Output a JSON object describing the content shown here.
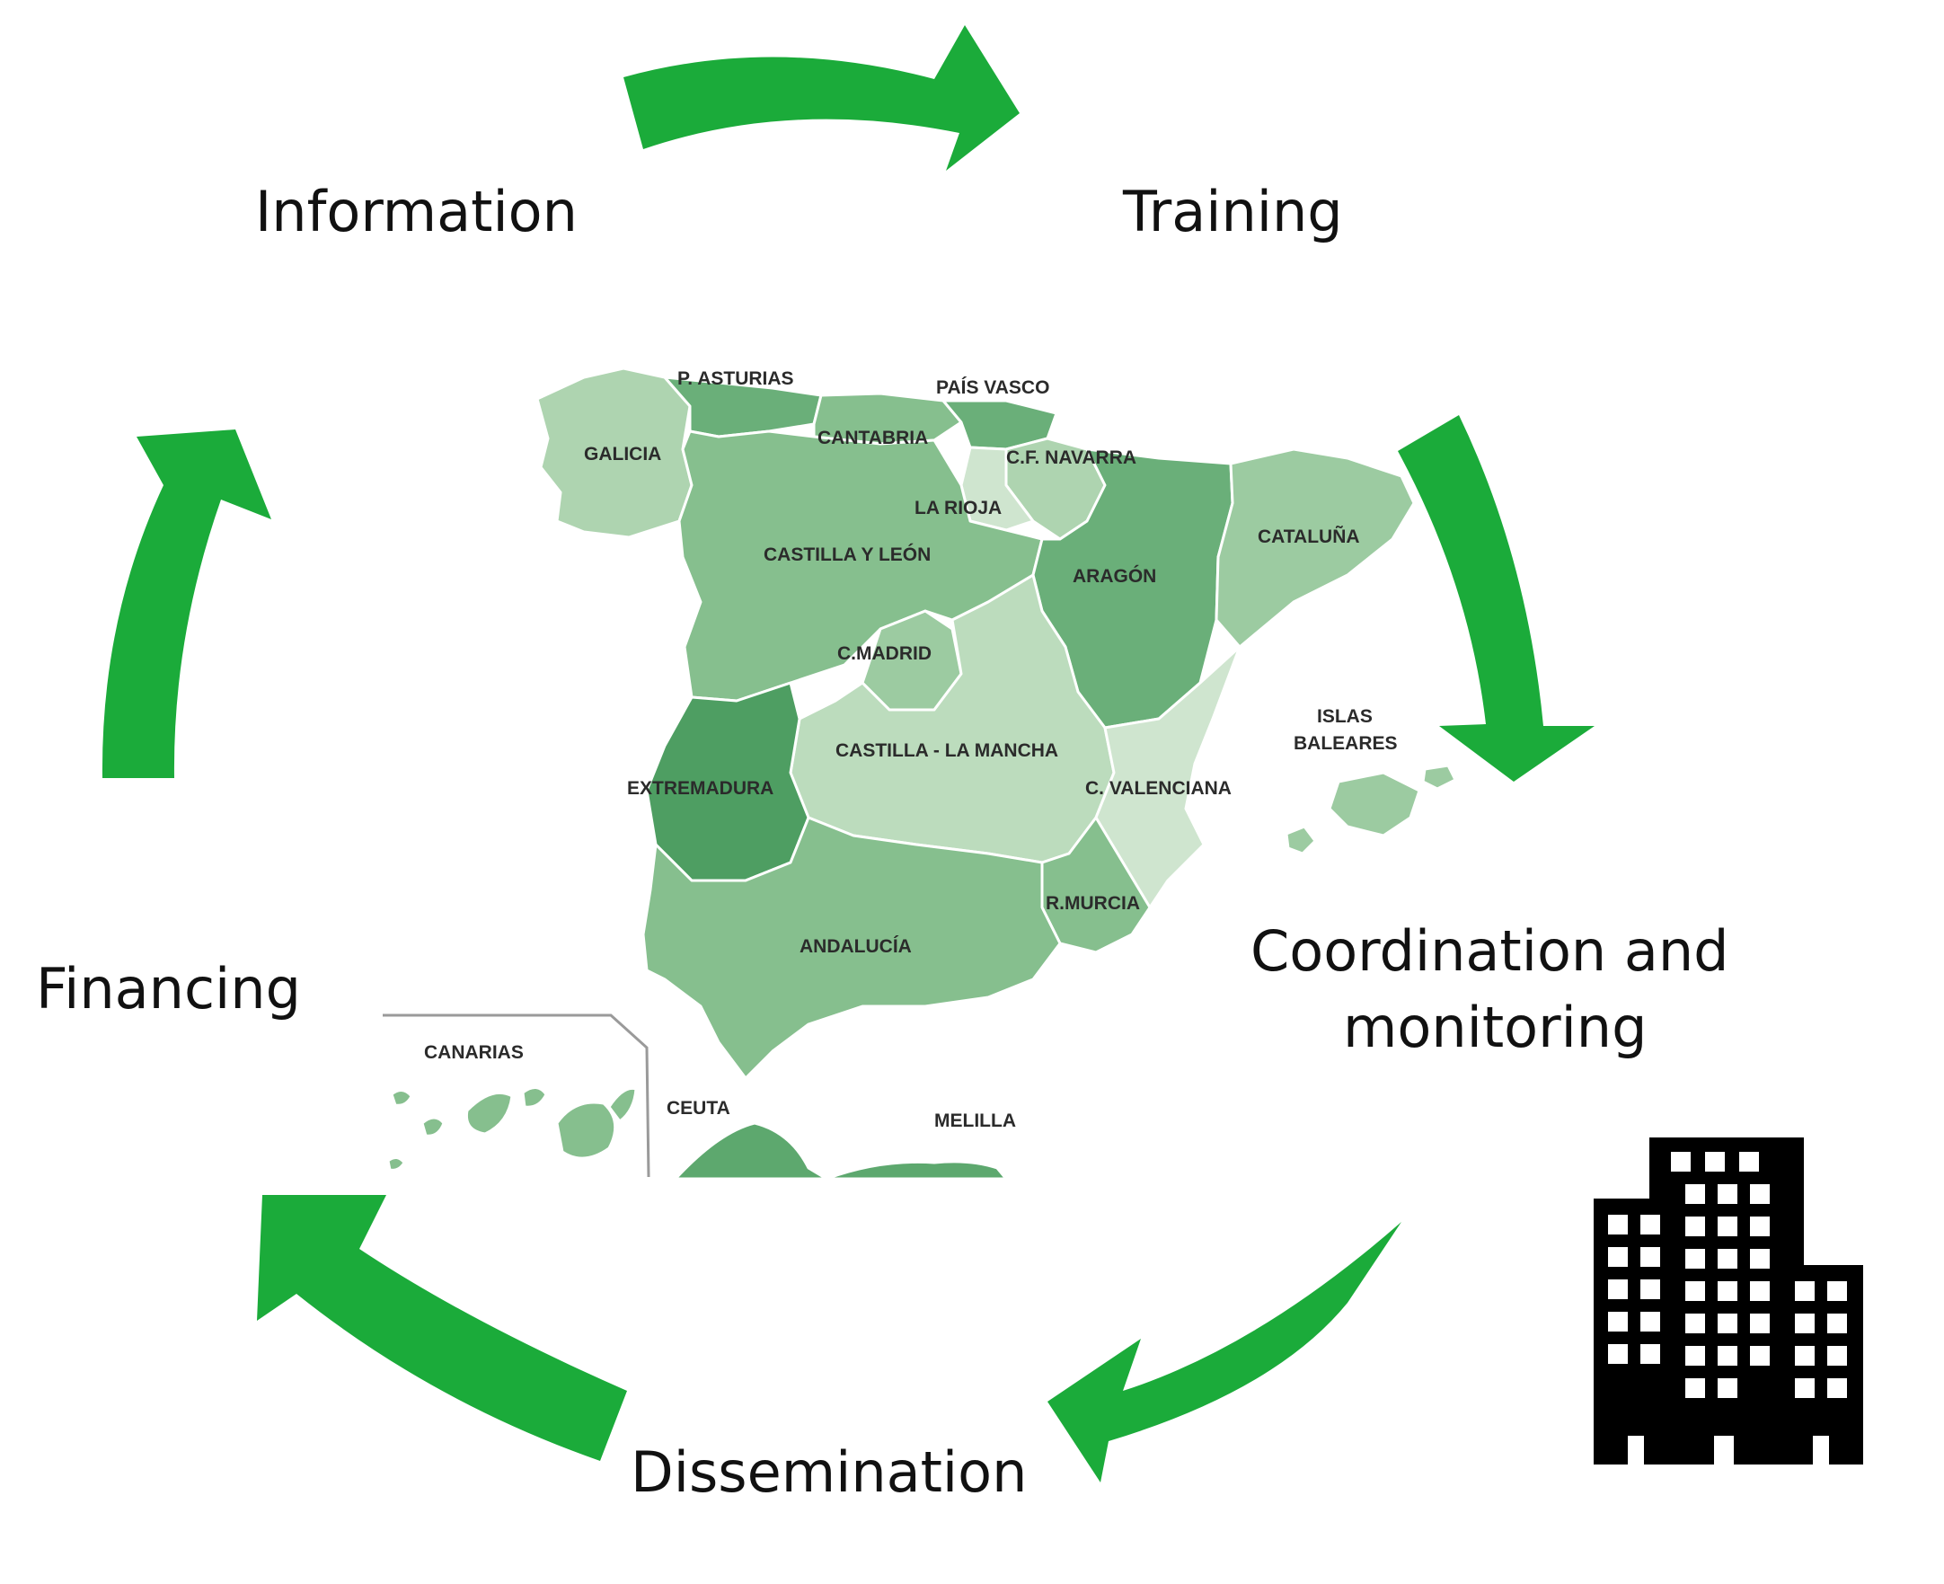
{
  "colors": {
    "arrow": "#1bab3a",
    "region_dark": "#5da86e",
    "region_mid": "#86bf8e",
    "region_light": "#aed4b0",
    "region_pale": "#cfe5cf",
    "building": "#000000"
  },
  "cycle": {
    "stages": [
      {
        "id": "information",
        "label": "Information"
      },
      {
        "id": "training",
        "label": "Training"
      },
      {
        "id": "coordination",
        "label": "Coordination and",
        "label2": "monitoring"
      },
      {
        "id": "dissemination",
        "label": "Dissemination"
      },
      {
        "id": "financing",
        "label": "Financing"
      }
    ]
  },
  "map": {
    "regions": [
      {
        "id": "galicia",
        "label": "GALICIA"
      },
      {
        "id": "asturias",
        "label": "P. ASTURIAS"
      },
      {
        "id": "cantabria",
        "label": "CANTABRIA"
      },
      {
        "id": "pais_vasco",
        "label": "PAÍS VASCO"
      },
      {
        "id": "navarra",
        "label": "C.F. NAVARRA"
      },
      {
        "id": "la_rioja",
        "label": "LA RIOJA"
      },
      {
        "id": "castilla_leon",
        "label": "CASTILLA Y LEÓN"
      },
      {
        "id": "aragon",
        "label": "ARAGÓN"
      },
      {
        "id": "cataluna",
        "label": "CATALUÑA"
      },
      {
        "id": "madrid",
        "label": "C.MADRID"
      },
      {
        "id": "castilla_mancha",
        "label": "CASTILLA - LA MANCHA"
      },
      {
        "id": "valenciana",
        "label": "C. VALENCIANA"
      },
      {
        "id": "baleares",
        "label": "ISLAS",
        "label2": "BALEARES"
      },
      {
        "id": "extremadura",
        "label": "EXTREMADURA"
      },
      {
        "id": "murcia",
        "label": "R.MURCIA"
      },
      {
        "id": "andalucia",
        "label": "ANDALUCÍA"
      },
      {
        "id": "canarias",
        "label": "CANARIAS"
      },
      {
        "id": "ceuta",
        "label": "CEUTA"
      },
      {
        "id": "melilla",
        "label": "MELILLA"
      }
    ]
  },
  "icons": {
    "buildings": "buildings-icon"
  }
}
